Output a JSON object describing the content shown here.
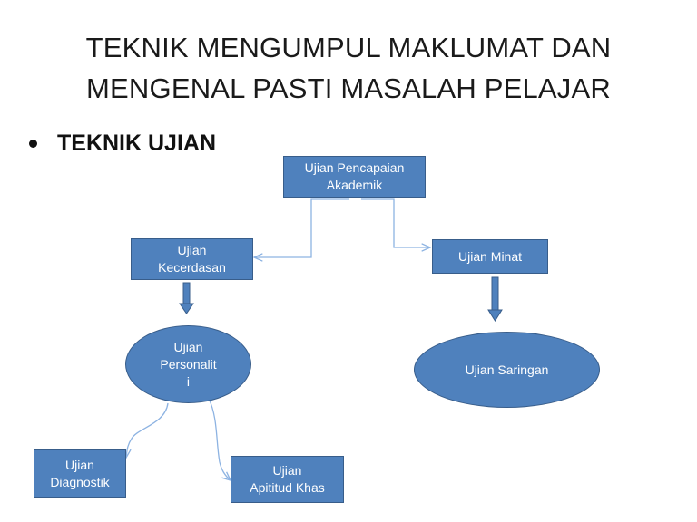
{
  "title_lines": [
    "TEKNIK MENGUMPUL MAKLUMAT DAN",
    "MENGENAL PASTI MASALAH PELAJAR"
  ],
  "bullet": "TEKNIK UJIAN",
  "nodes": {
    "pencapaian": [
      "Ujian Pencapaian",
      "Akademik"
    ],
    "kecerdasan": [
      "Ujian",
      "Kecerdasan"
    ],
    "minat": [
      "Ujian Minat"
    ],
    "personaliti": [
      "Ujian",
      "Personalit",
      "i"
    ],
    "saringan": [
      "Ujian Saringan"
    ],
    "diagnostik": [
      "Ujian",
      "Diagnostik"
    ],
    "apititud": [
      "Ujian",
      "Apititud Khas"
    ]
  },
  "colors": {
    "node_fill": "#4f81bd",
    "node_border": "#385d8a",
    "connector": "#8db3e2"
  }
}
